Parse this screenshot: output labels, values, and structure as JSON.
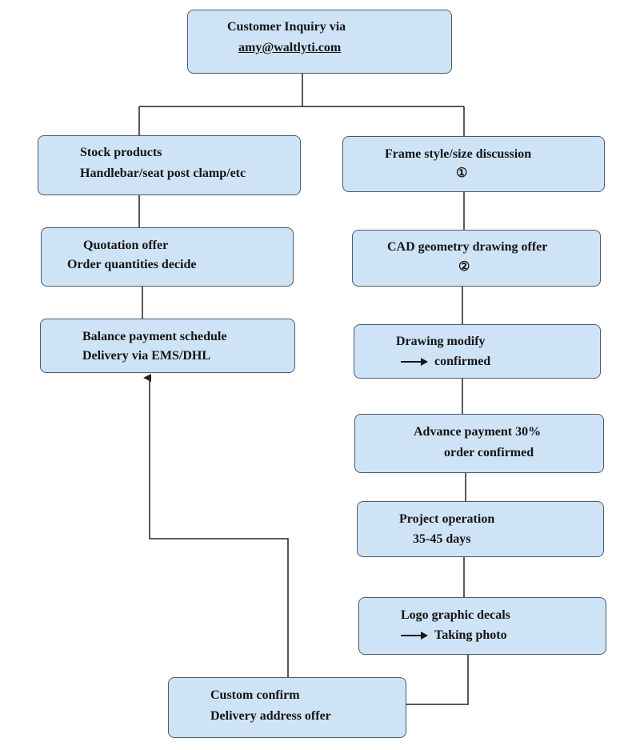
{
  "nodes": {
    "inquiry": {
      "line1": "Customer Inquiry via",
      "line2": "amy@waltlyti.com"
    },
    "stock": {
      "line1": "Stock products",
      "line2": "Handlebar/seat post clamp/etc"
    },
    "frame": {
      "line1": "Frame style/size discussion",
      "line2": "①"
    },
    "quotation": {
      "line1": "Quotation offer",
      "line2": "Order quantities decide"
    },
    "cad": {
      "line1": "CAD geometry drawing offer",
      "line2": "②"
    },
    "balance": {
      "line1": "Balance payment schedule",
      "line2": "Delivery via EMS/DHL"
    },
    "drawing": {
      "line1": "Drawing modify",
      "line2": "confirmed"
    },
    "advance": {
      "line1": "Advance payment 30%",
      "line2": "order confirmed"
    },
    "project": {
      "line1": "Project operation",
      "line2": "35-45 days"
    },
    "logo": {
      "line1": "Logo graphic decals",
      "line2": "Taking photo"
    },
    "custom": {
      "line1": "Custom confirm",
      "line2": "Delivery address offer"
    }
  },
  "colors": {
    "box_fill": "#cfe3f7",
    "box_border": "#4a5a6a",
    "line": "#222222"
  }
}
